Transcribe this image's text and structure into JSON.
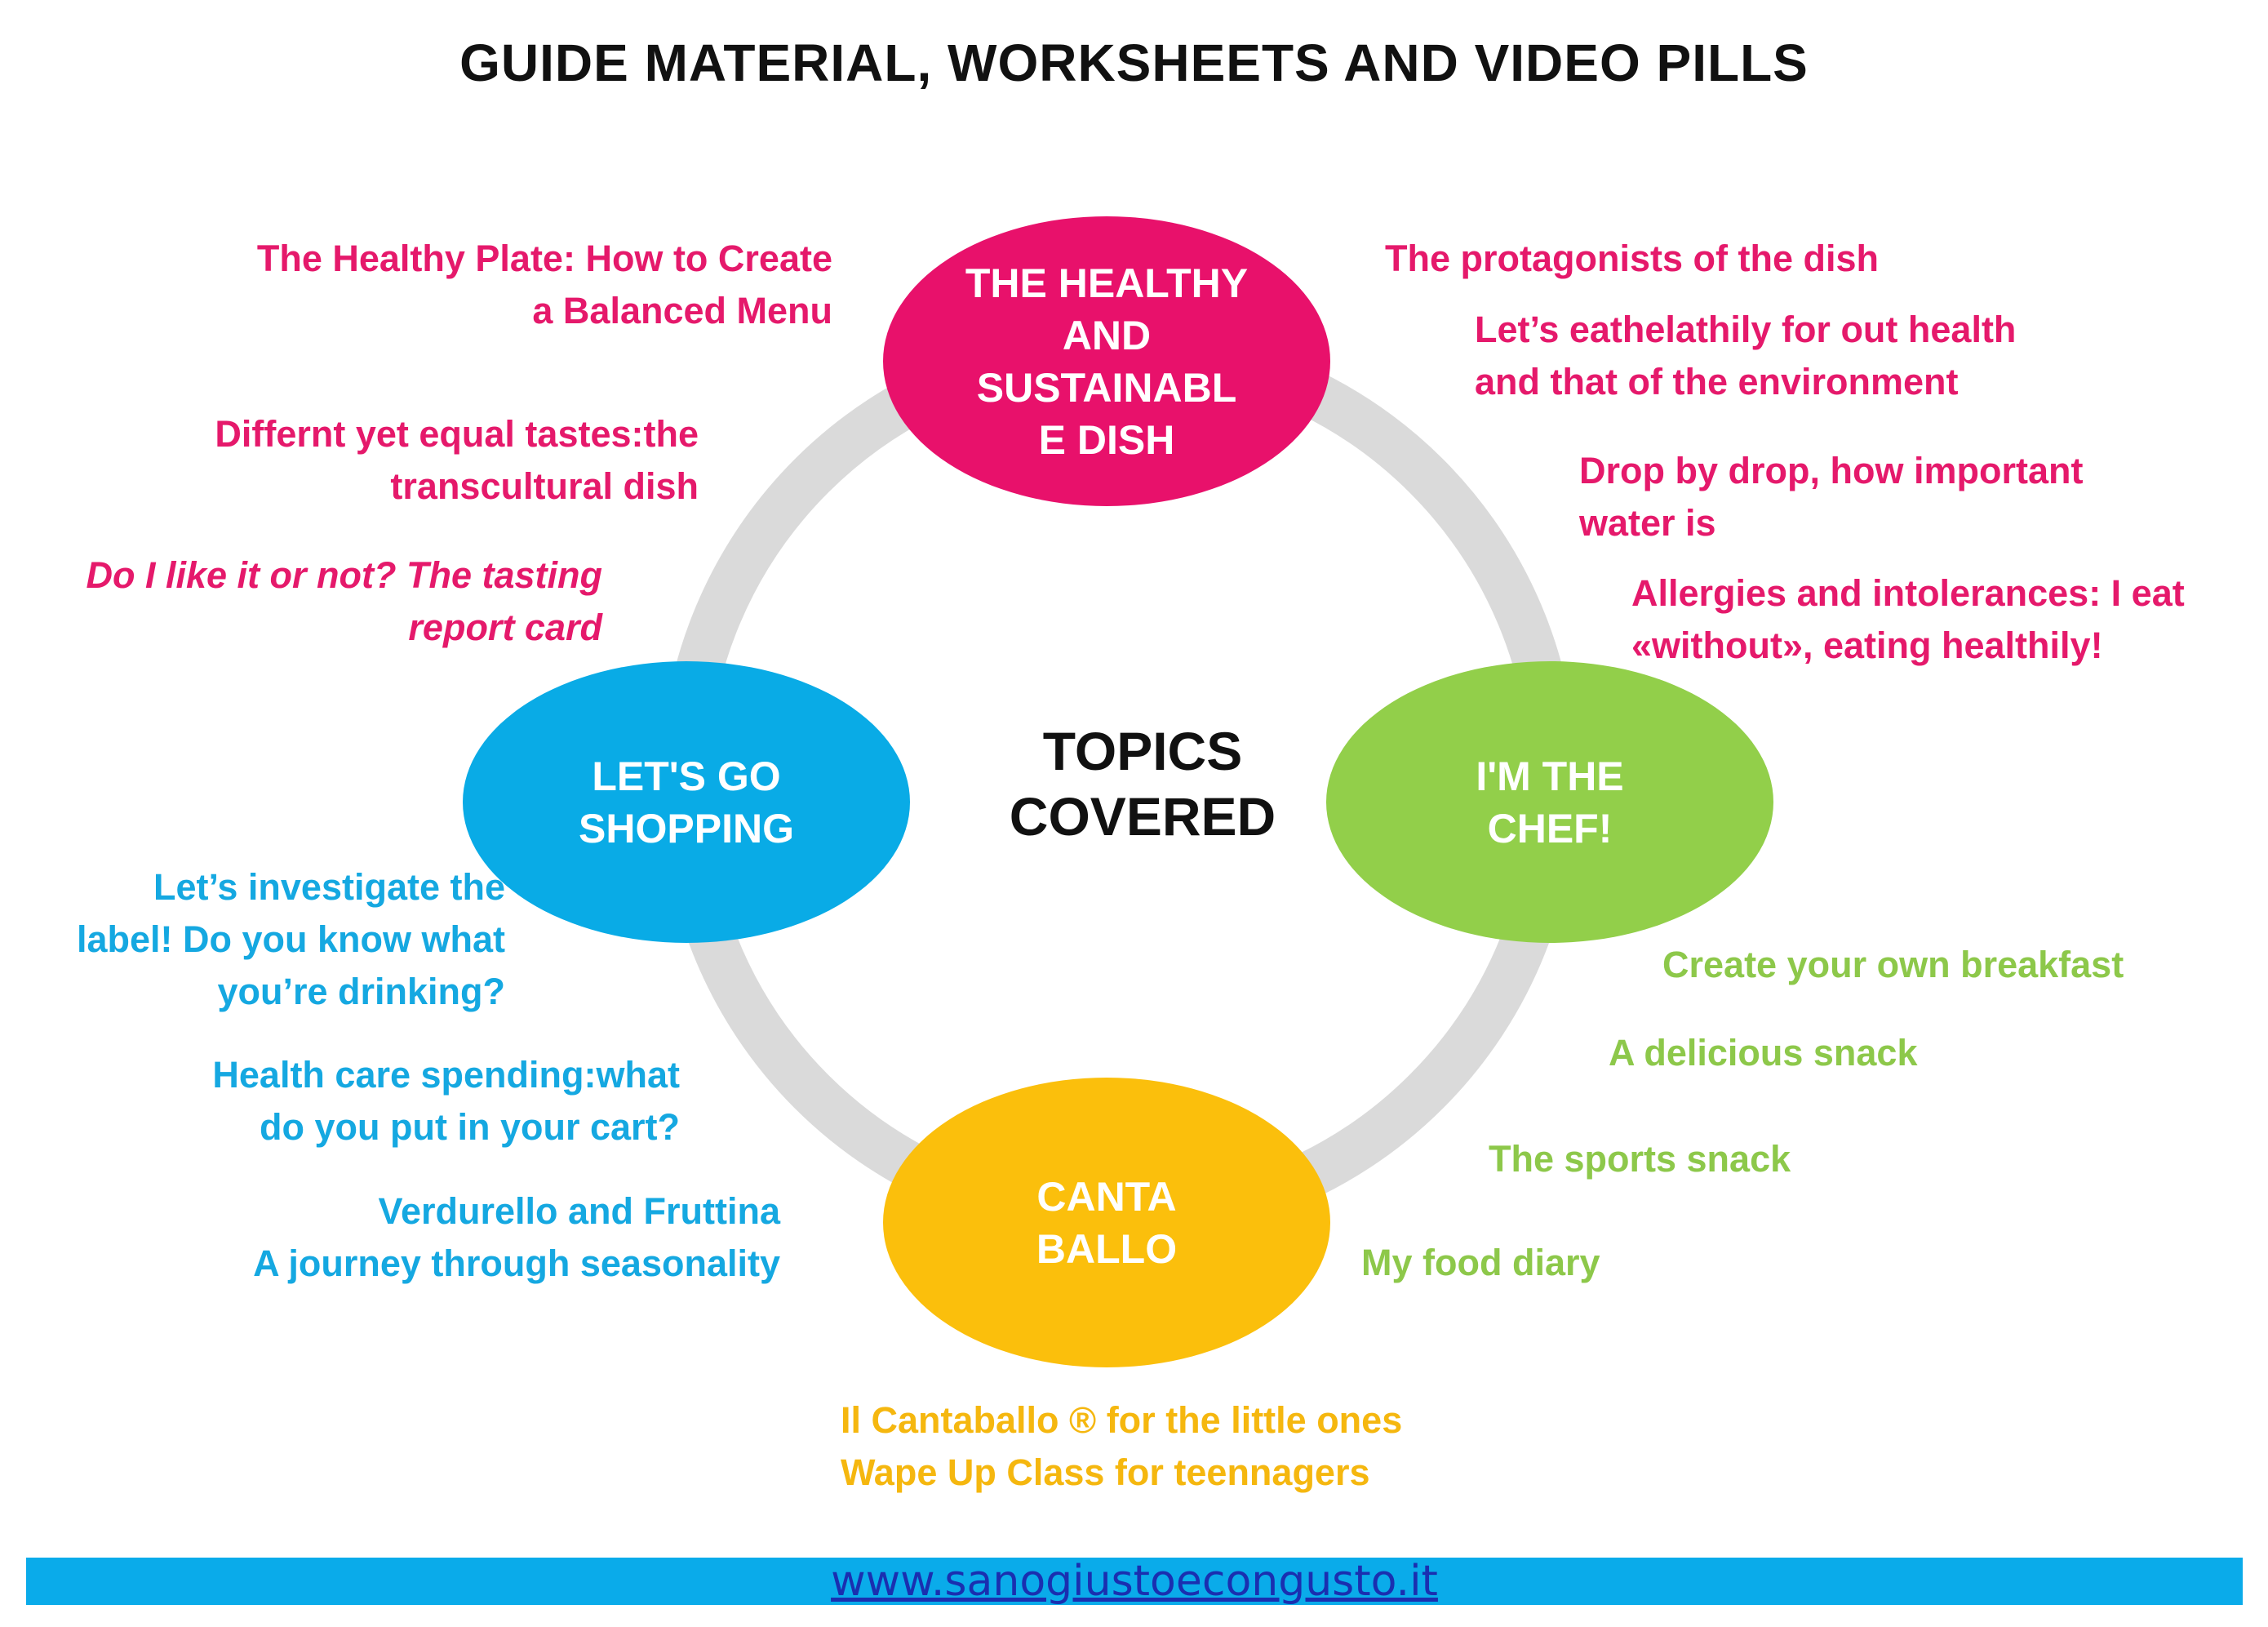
{
  "title": "GUIDE MATERIAL, WORKSHEETS AND VIDEO PILLS",
  "center": {
    "line1": "TOPICS",
    "line2": "COVERED"
  },
  "colors": {
    "pink": "#e8116b",
    "blue": "#09abe6",
    "green": "#92cf4a",
    "yellow": "#fbbf0c",
    "ring": "#dadada",
    "footer": "#0aabea",
    "link": "#1a2fb0"
  },
  "nodes": {
    "top": {
      "lines": [
        "THE HEALTHY",
        "AND",
        "SUSTAINABL",
        "E DISH"
      ]
    },
    "left": {
      "lines": [
        "LET'S GO",
        "SHOPPING"
      ]
    },
    "right": {
      "lines": [
        "I'M THE",
        "CHEF!"
      ]
    },
    "bottom": {
      "lines": [
        "CANTA",
        "BALLO"
      ]
    }
  },
  "topics": {
    "top_left": [
      "The Healthy Plate: How to Create\na Balanced Menu",
      "Differnt yet equal tastes:the\ntranscultural dish",
      "Do I like it or not? The tasting\nreport card"
    ],
    "top_right": [
      "The protagonists of the dish",
      "Let’s eathelathily for out health\nand that of the environment",
      "Drop by drop, how important\nwater is",
      "Allergies and intolerances: I eat\n«without», eating healthily!"
    ],
    "left": [
      "Let’s investigate the\nlabel! Do you know what\nyou’re drinking?",
      "Health care spending:what\ndo you put in your cart?",
      "Verdurello and  Fruttina\nA journey through seasonality"
    ],
    "right": [
      "Create your own breakfast",
      "A delicious snack",
      "The sports snack",
      "My food diary"
    ],
    "bottom": [
      "Il Cantaballo ® for the little ones\nWape Up Class for teennagers"
    ]
  },
  "footer": {
    "url": "www.sanogiustoecongusto.it"
  }
}
